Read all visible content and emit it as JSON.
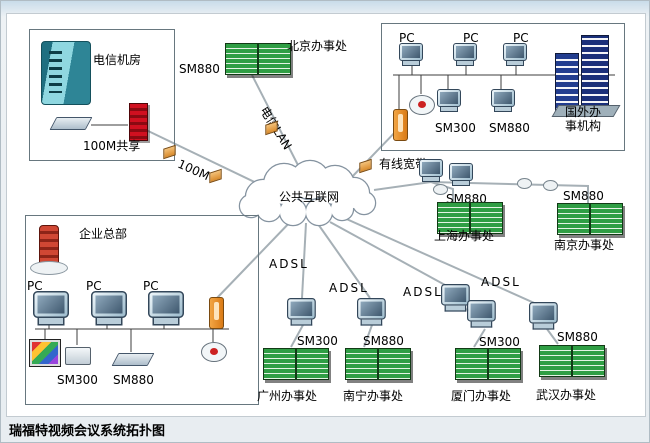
{
  "title": "瑞福特视频会议系统拓扑图",
  "cloud": {
    "label": "公共互联网"
  },
  "telecom": {
    "name": "电信机房",
    "share": "100M共享"
  },
  "links": {
    "m100": "100M",
    "lan": "电信LAN",
    "broadband": "有线宽带",
    "adsl1": "ADSL",
    "adsl2": "ADSL",
    "adsl3": "ADSL",
    "adsl4": "ADSL"
  },
  "beijing": {
    "sm": "SM880",
    "name": "北京办事处"
  },
  "foreign": {
    "pc1": "PC",
    "pc2": "PC",
    "pc3": "PC",
    "sm300": "SM300",
    "sm880": "SM880",
    "name": "国外办事机构"
  },
  "shanghai": {
    "sm": "SM880",
    "name": "上海办事处"
  },
  "nanjing": {
    "sm": "SM880",
    "name": "南京办事处"
  },
  "hq": {
    "name": "企业总部",
    "pc1": "PC",
    "pc2": "PC",
    "pc3": "PC",
    "sm300": "SM300",
    "sm880": "SM880"
  },
  "guangzhou": {
    "sm": "SM300",
    "name": "广州办事处"
  },
  "nanning": {
    "sm": "SM880",
    "name": "南宁办事处"
  },
  "xiamen": {
    "sm": "SM300",
    "name": "厦门办事处"
  },
  "wuhan": {
    "sm": "SM880",
    "name": "武汉办事处"
  }
}
